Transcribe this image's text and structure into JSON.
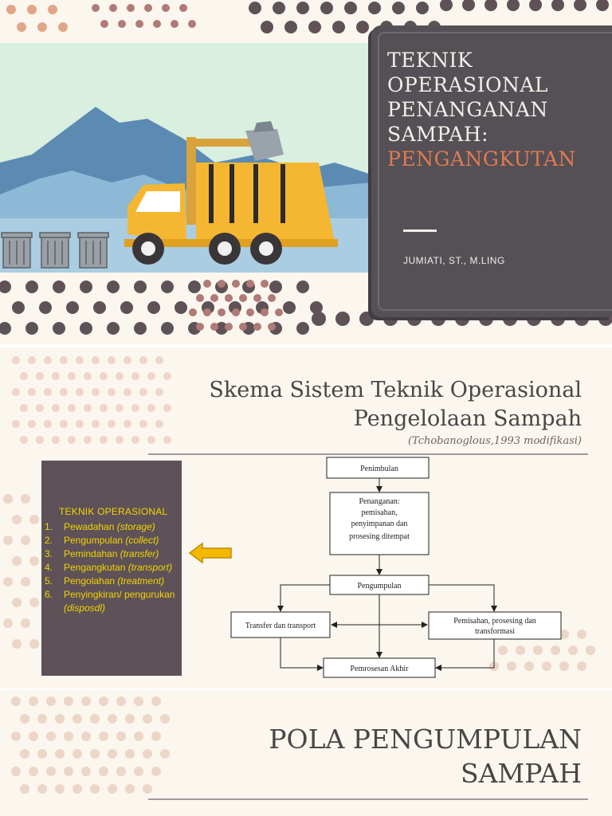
{
  "slide1": {
    "title_lines": [
      "TEKNIK",
      "OPERASIONAL",
      "PENANGANAN",
      "SAMPAH:"
    ],
    "title_accent": "PENGANGKUTAN",
    "author": "JUMIATI, ST., M.LING",
    "colors": {
      "card": "#555055",
      "accent": "#e07a52",
      "truck": "#f5b731"
    }
  },
  "slide2": {
    "title_line1": "Skema Sistem Teknik Operasional",
    "title_line2": "Pengelolaan Sampah",
    "subtitle": "(Tchobanoglous,1993 modifikasi)",
    "teknik": {
      "heading": "TEKNIK OPERASIONAL",
      "items": [
        {
          "num": "1.",
          "name": "Pewadahan",
          "en": "(storage)"
        },
        {
          "num": "2.",
          "name": "Pengumpulan",
          "en": "(collect)"
        },
        {
          "num": "3.",
          "name": "Pemindahan",
          "en": "(transfer)"
        },
        {
          "num": "4.",
          "name": "Pengangkutan",
          "en": "(transport)"
        },
        {
          "num": "5.",
          "name": "Pengolahan",
          "en": "(treatment)"
        },
        {
          "num": "6.",
          "name": "Penyingkiran/ pengurukan",
          "en": "(disposdl)"
        }
      ]
    },
    "diagram": {
      "timbulan": "Penimbulan",
      "penanganan": [
        "Penanganan:",
        "pemisahan,",
        "penyimpanan dan",
        "prosesing ditempat"
      ],
      "pengumpulan": "Pengumpulan",
      "transfer": "Transfer dan transport",
      "pemisahan": [
        "Pemisahan, prosesing dan",
        "transformasi"
      ],
      "akhir": "Pemrosesan Akhir"
    },
    "colors": {
      "box": "#5e5258",
      "text": "#f2d400",
      "arrow": "#f5b800"
    }
  },
  "slide3": {
    "title_line1": "POLA PENGUMPULAN",
    "title_line2": "SAMPAH"
  }
}
